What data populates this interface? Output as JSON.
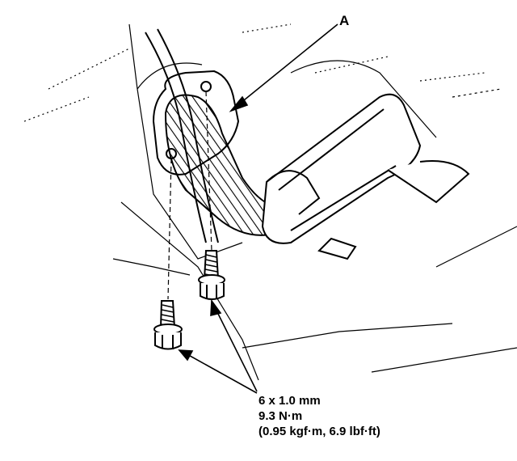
{
  "callout": {
    "label": "A"
  },
  "spec": {
    "bolt_size": "6 x 1.0 mm",
    "torque_nm": "9.3 N·m",
    "torque_alt": "(0.95 kgf·m, 6.9 lbf·ft)"
  }
}
